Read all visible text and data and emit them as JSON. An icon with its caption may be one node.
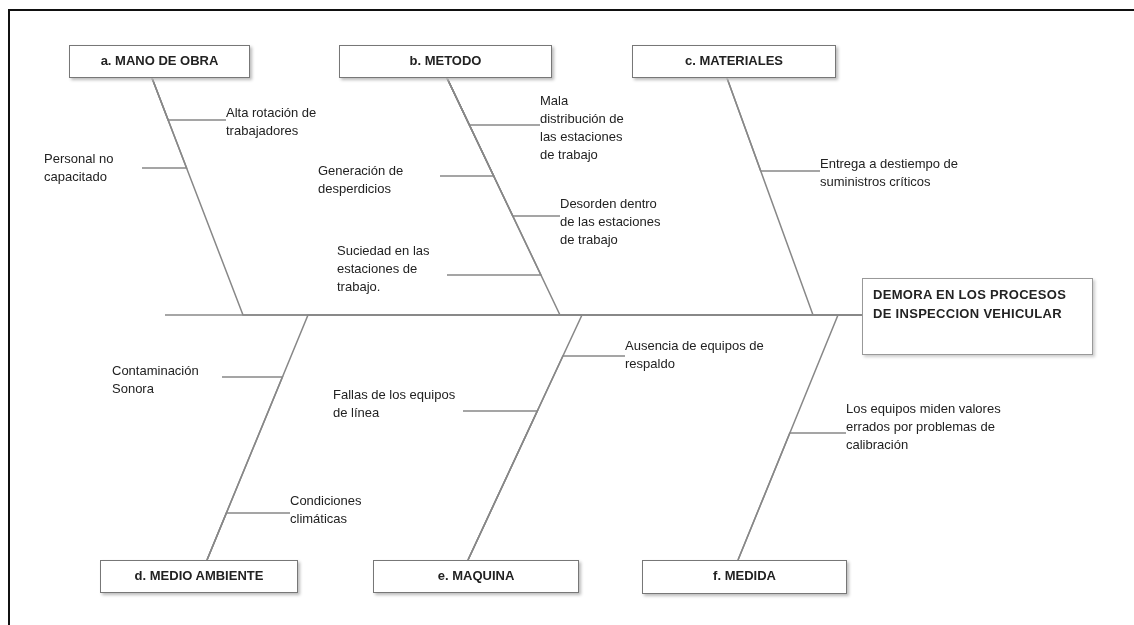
{
  "diagram": {
    "nodes": [
      {
        "text": [
          "a. MANO DE OBRA"
        ]
      },
      {
        "text": [
          "b. METODO"
        ]
      },
      {
        "text": [
          "c. MATERIALES"
        ]
      },
      {
        "text": [
          "DEMORA EN LOS PROCESOS DE INSPECCION VEHICULAR"
        ]
      },
      {
        "text": [
          "d. MEDIO AMBIENTE"
        ]
      },
      {
        "text": [
          "e. MAQUINA"
        ]
      },
      {
        "text": [
          "f. MEDIDA"
        ]
      },
      {
        "text": [
          "Alta rotación de trabajadores"
        ]
      },
      {
        "text": [
          "Personal no capacitado"
        ]
      },
      {
        "text": [
          "Mala distribución de las estaciones de trabajo"
        ]
      },
      {
        "text": [
          "Generación de desperdicios"
        ]
      },
      {
        "text": [
          "Desorden dentro de las estaciones de trabajo"
        ]
      },
      {
        "text": [
          "Suciedad en las estaciones de trabajo."
        ]
      },
      {
        "text": [
          "Entrega a destiempo de suministros críticos"
        ]
      },
      {
        "text": [
          "Contaminación Sonora"
        ]
      },
      {
        "text": [
          "Condiciones climáticas"
        ]
      },
      {
        "text": [
          "Fallas de los equipos de línea"
        ]
      },
      {
        "text": [
          "Ausencia de equipos de respaldo"
        ]
      },
      {
        "text": [
          "Los equipos miden valores errados por problemas de calibración"
        ]
      }
    ],
    "edges": [
      {
        "from": 0,
        "to": 3,
        "arrow": "none"
      },
      {
        "from": 1,
        "to": 3,
        "arrow": "none"
      },
      {
        "from": 2,
        "to": 3,
        "arrow": "none"
      },
      {
        "from": 4,
        "to": 3,
        "arrow": "none"
      },
      {
        "from": 5,
        "to": 3,
        "arrow": "none"
      },
      {
        "from": 6,
        "to": 3,
        "arrow": "none"
      },
      {
        "from": 7,
        "to": 0,
        "arrow": "none"
      },
      {
        "from": 8,
        "to": 0,
        "arrow": "none"
      },
      {
        "from": 9,
        "to": 1,
        "arrow": "none"
      },
      {
        "from": 10,
        "to": 1,
        "arrow": "none"
      },
      {
        "from": 11,
        "to": 1,
        "arrow": "none"
      },
      {
        "from": 12,
        "to": 1,
        "arrow": "none"
      },
      {
        "from": 13,
        "to": 2,
        "arrow": "none"
      },
      {
        "from": 14,
        "to": 4,
        "arrow": "none"
      },
      {
        "from": 15,
        "to": 4,
        "arrow": "none"
      },
      {
        "from": 16,
        "to": 5,
        "arrow": "none"
      },
      {
        "from": 17,
        "to": 5,
        "arrow": "none"
      },
      {
        "from": 18,
        "to": 6,
        "arrow": "none"
      }
    ]
  }
}
